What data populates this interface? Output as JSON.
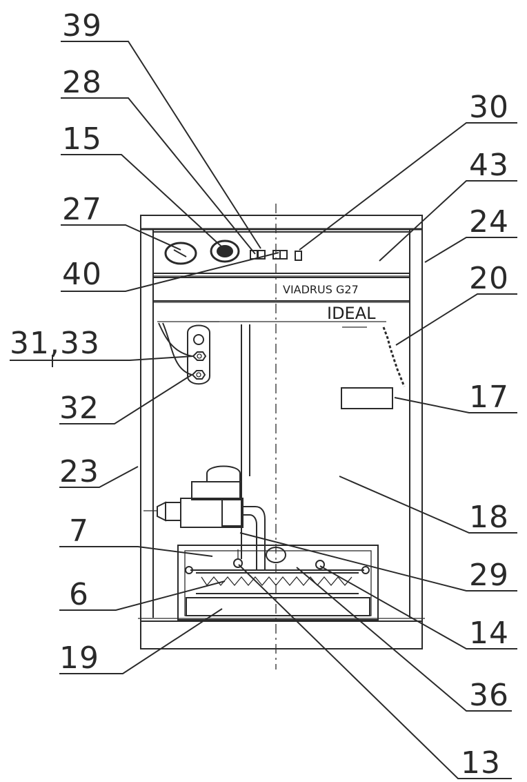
{
  "panel": {
    "brand_label": "VIADRUS G27",
    "maker_label": "IDEAL"
  },
  "callouts": [
    {
      "id": "c39",
      "label": "39"
    },
    {
      "id": "c28",
      "label": "28"
    },
    {
      "id": "c15",
      "label": "15"
    },
    {
      "id": "c27",
      "label": "27"
    },
    {
      "id": "c40",
      "label": "40"
    },
    {
      "id": "c30",
      "label": "30"
    },
    {
      "id": "c43",
      "label": "43"
    },
    {
      "id": "c24",
      "label": "24"
    },
    {
      "id": "c20",
      "label": "20"
    },
    {
      "id": "c3133",
      "label": "31,33"
    },
    {
      "id": "c32",
      "label": "32"
    },
    {
      "id": "c17",
      "label": "17"
    },
    {
      "id": "c23",
      "label": "23"
    },
    {
      "id": "c18",
      "label": "18"
    },
    {
      "id": "c7",
      "label": "7"
    },
    {
      "id": "c29",
      "label": "29"
    },
    {
      "id": "c6",
      "label": "6"
    },
    {
      "id": "c14",
      "label": "14"
    },
    {
      "id": "c19",
      "label": "19"
    },
    {
      "id": "c36",
      "label": "36"
    },
    {
      "id": "c13",
      "label": "13"
    }
  ]
}
